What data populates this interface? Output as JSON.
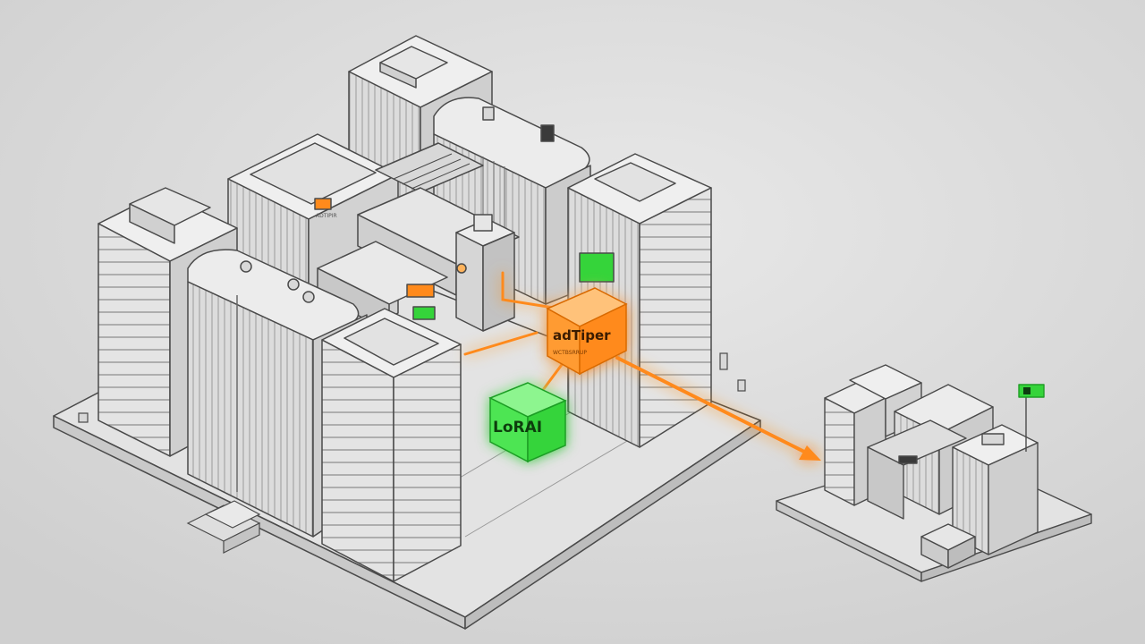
{
  "labels": {
    "adapter": "adTiper",
    "adapter_sub": "WCTBSRRUP",
    "lora": "LoRAI",
    "sign_left": "ADTIPIR"
  },
  "colors": {
    "background": "#d9d9d9",
    "background_light": "#e6e6e6",
    "building_light": "#ececec",
    "building_mid": "#d6d6d6",
    "building_dark": "#bdbdbd",
    "outline": "#4a4a4a",
    "orange": "#ff8a1c",
    "orange_glow": "#ffb35c",
    "green": "#35d43a",
    "green_dark": "#1f9e25"
  },
  "icons": {
    "adapter": "adapter-block-icon",
    "lora": "lora-block-icon",
    "arrow": "arrow-icon"
  }
}
